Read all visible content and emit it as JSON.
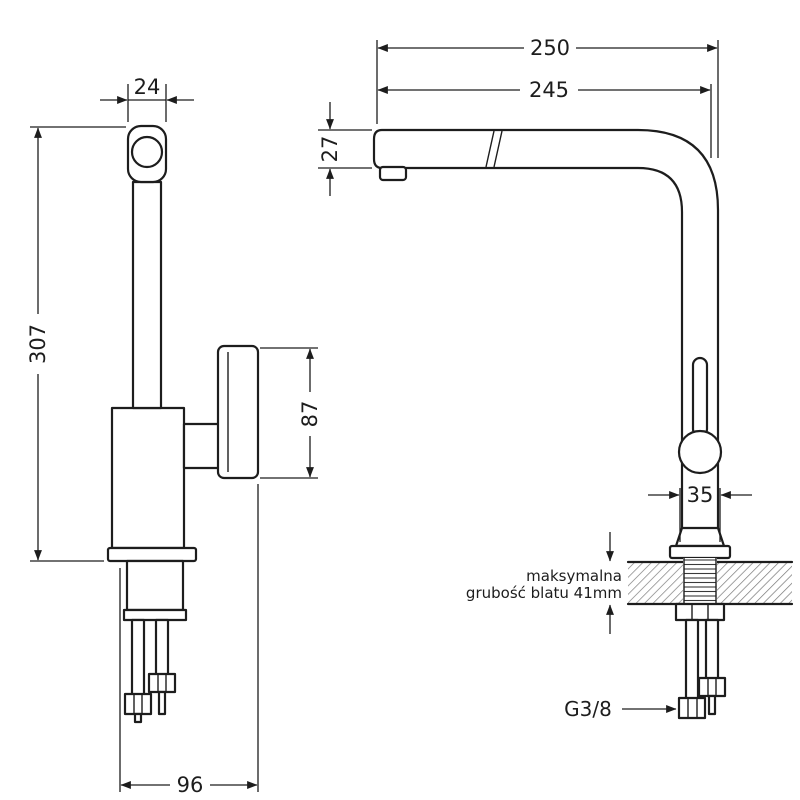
{
  "drawing": {
    "type": "faucet-installation-dimensions",
    "front_view": {
      "dims": {
        "top_width": "24",
        "total_height": "307",
        "handle_height": "87",
        "base_depth": "96"
      }
    },
    "side_view": {
      "dims": {
        "spout_reach_outer": "250",
        "spout_reach": "245",
        "spout_end_height": "27",
        "body_diameter": "35"
      },
      "counter_note": {
        "line1": "maksymalna",
        "line2": "grubość blatu 41mm"
      },
      "thread_size": "G3/8"
    },
    "colors": {
      "line": "#1d1d1d",
      "hatch": "#7a7a7a",
      "background": "#ffffff"
    }
  }
}
